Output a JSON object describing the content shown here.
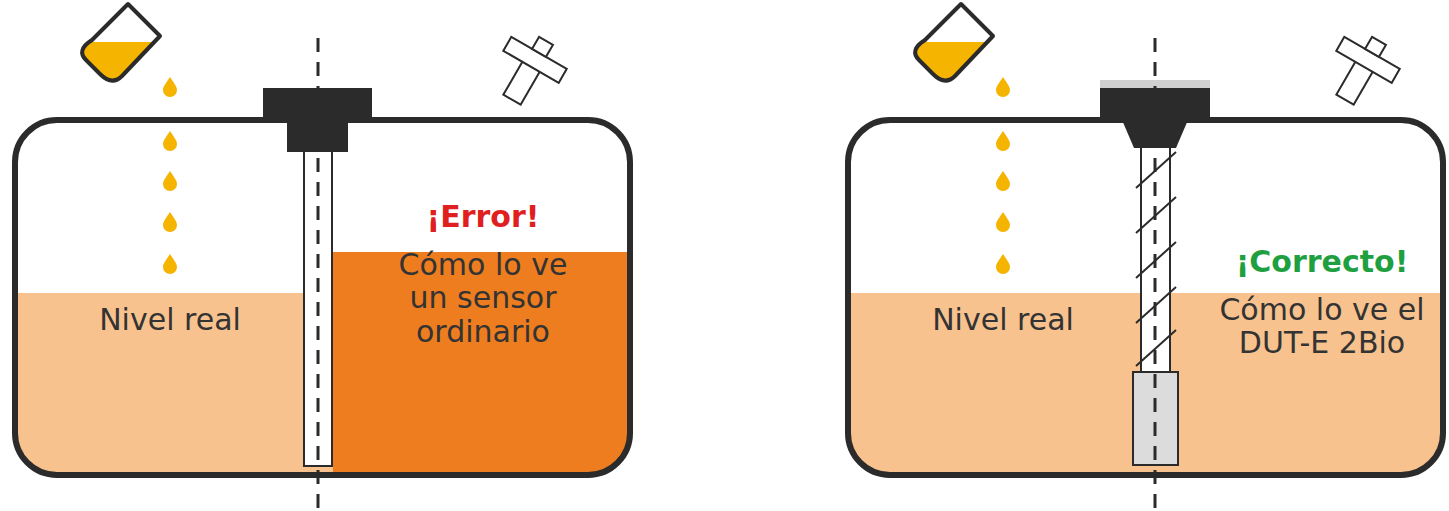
{
  "diagram": {
    "nodes": [
      {
        "text": [
          "Nivel real"
        ]
      },
      {
        "text": [
          "¡Error!",
          "Cómo lo ve un sensor ordinario"
        ]
      },
      {
        "text": [
          "Nivel real"
        ]
      },
      {
        "text": [
          "¡Correcto!",
          "Cómo lo ve el DUT-E 2Bio"
        ]
      }
    ]
  }
}
